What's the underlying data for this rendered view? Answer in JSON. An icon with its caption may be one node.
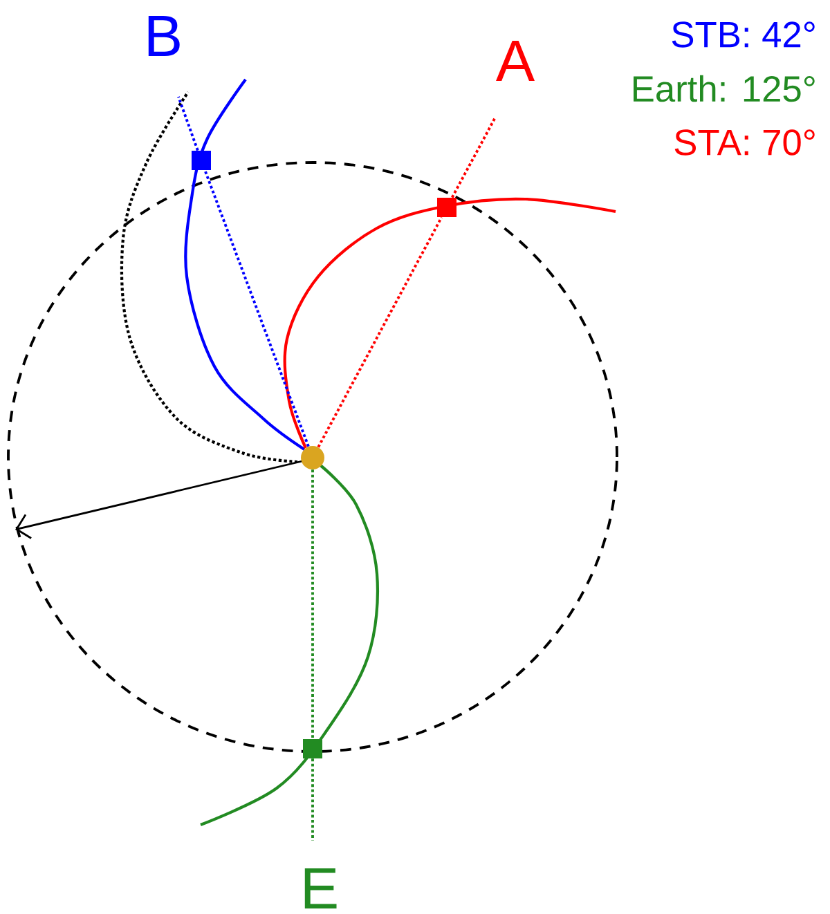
{
  "diagram": {
    "nodes": [
      {
        "text": [],
        "shape": "box",
        "beside": [
          "B"
        ]
      },
      {
        "text": [],
        "shape": "box",
        "beside": [
          "A"
        ]
      },
      {
        "text": [],
        "shape": "circle"
      },
      {
        "text": [],
        "shape": "box",
        "beside": [
          "E"
        ]
      }
    ],
    "edges": [
      {
        "from": 2,
        "to": 0,
        "arrow": "none",
        "style": "dashed",
        "color": "#0000ff"
      },
      {
        "from": 0,
        "to": null,
        "arrow": "none",
        "style": "dashed",
        "color": "#0000ff"
      },
      {
        "from": 2,
        "to": 1,
        "arrow": "none",
        "style": "dashed",
        "color": "#ff0000"
      },
      {
        "from": 1,
        "to": null,
        "arrow": "none",
        "style": "dashed",
        "color": "#ff0000"
      },
      {
        "from": 2,
        "to": 3,
        "arrow": "none",
        "style": "dashed",
        "color": "#228b22"
      },
      {
        "from": 3,
        "to": null,
        "arrow": "none",
        "style": "dashed",
        "color": "#228b22"
      }
    ],
    "labels": [
      "STB:  42°",
      "Earth:  125°",
      "STA:  70°"
    ]
  }
}
